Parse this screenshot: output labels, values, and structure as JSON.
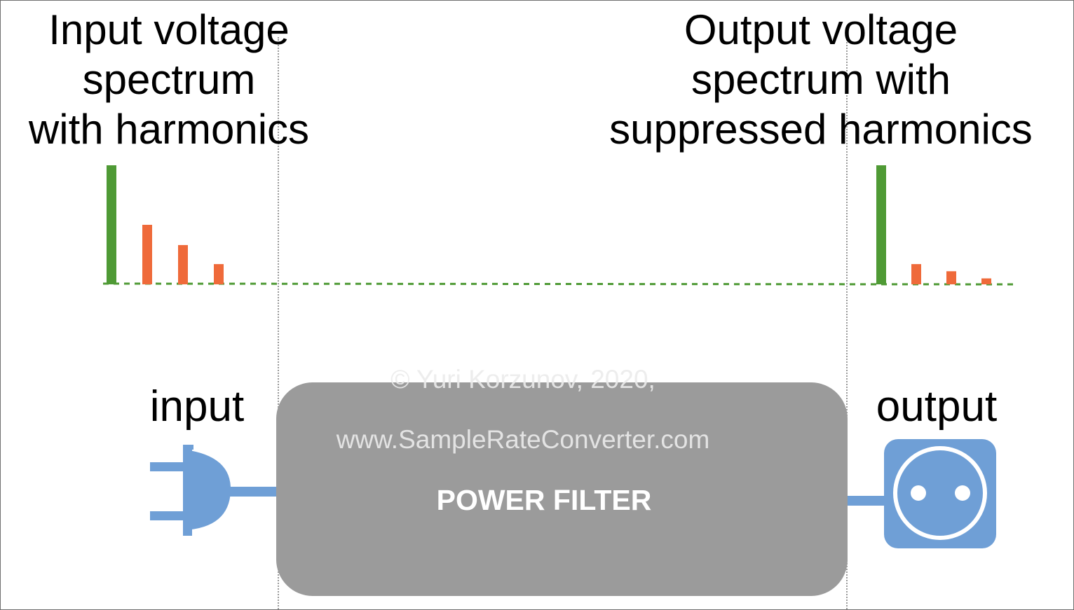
{
  "diagram": {
    "input_caption": "Input voltage\nspectrum\nwith harmonics",
    "output_caption": "Output voltage\nspectrum with\nsuppressed harmonics",
    "input_label": "input",
    "output_label": "output",
    "filter_label": "POWER FILTER",
    "watermark_line1": "© Yuri Korzunov, 2020,",
    "watermark_line2": "www.SampleRateConverter.com"
  },
  "spectra": {
    "input": [
      {
        "kind": "fundamental",
        "level": 1.0
      },
      {
        "kind": "harmonic",
        "level": 0.5
      },
      {
        "kind": "harmonic",
        "level": 0.33
      },
      {
        "kind": "harmonic",
        "level": 0.17
      }
    ],
    "output": [
      {
        "kind": "fundamental",
        "level": 1.0
      },
      {
        "kind": "harmonic",
        "level": 0.17
      },
      {
        "kind": "harmonic",
        "level": 0.11
      },
      {
        "kind": "harmonic",
        "level": 0.05
      }
    ]
  },
  "colors": {
    "fundamental": "#4f9a35",
    "harmonic": "#ef6a3a",
    "baseline": "#4f9a35",
    "plug": "#6f9fd6",
    "filter": "#9b9b9b"
  },
  "icons": {
    "input_icon": "power-plug-icon",
    "output_icon": "power-socket-icon"
  }
}
